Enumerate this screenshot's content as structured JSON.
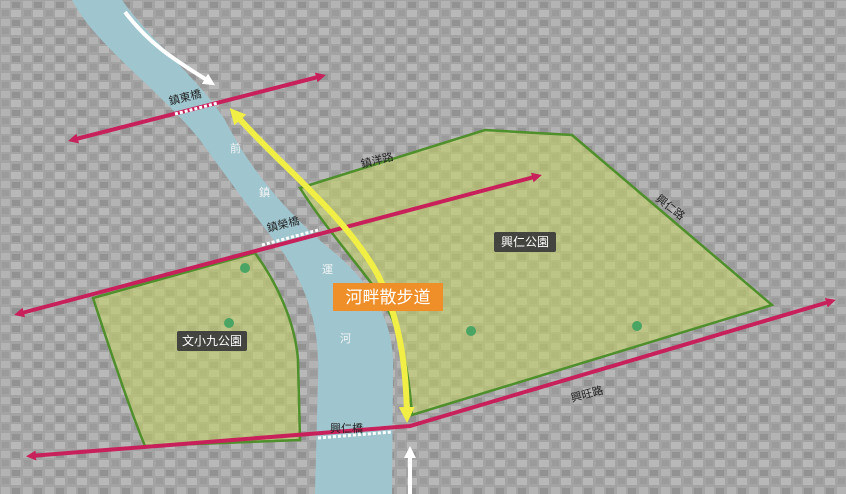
{
  "colors": {
    "river": "#9fc6cf",
    "park_fill": "#c2d45f",
    "park_stroke": "#4f8f2c",
    "arrow_red": "#c8205a",
    "arrow_yellow": "#f1ef45",
    "highlight_orange": "#ef8f2a",
    "label_dark": "#3a3a3a"
  },
  "parks": {
    "xingren": "興仁公園",
    "wenxiaojiu": "文小九公園"
  },
  "bridges": {
    "zhendong": "鎮東橋",
    "zhenrong": "鎮榮橋",
    "xingren": "興仁橋"
  },
  "roads": {
    "zhenyang": "鎮洋路",
    "xingren_rd": "興仁路",
    "xingwang": "興旺路"
  },
  "river_name": [
    "前",
    "鎮",
    "運",
    "河"
  ],
  "feature_label": "河畔散步道",
  "icons": {
    "park_pin": "park-pin-icon",
    "road_shield": "road-shield-icon"
  }
}
